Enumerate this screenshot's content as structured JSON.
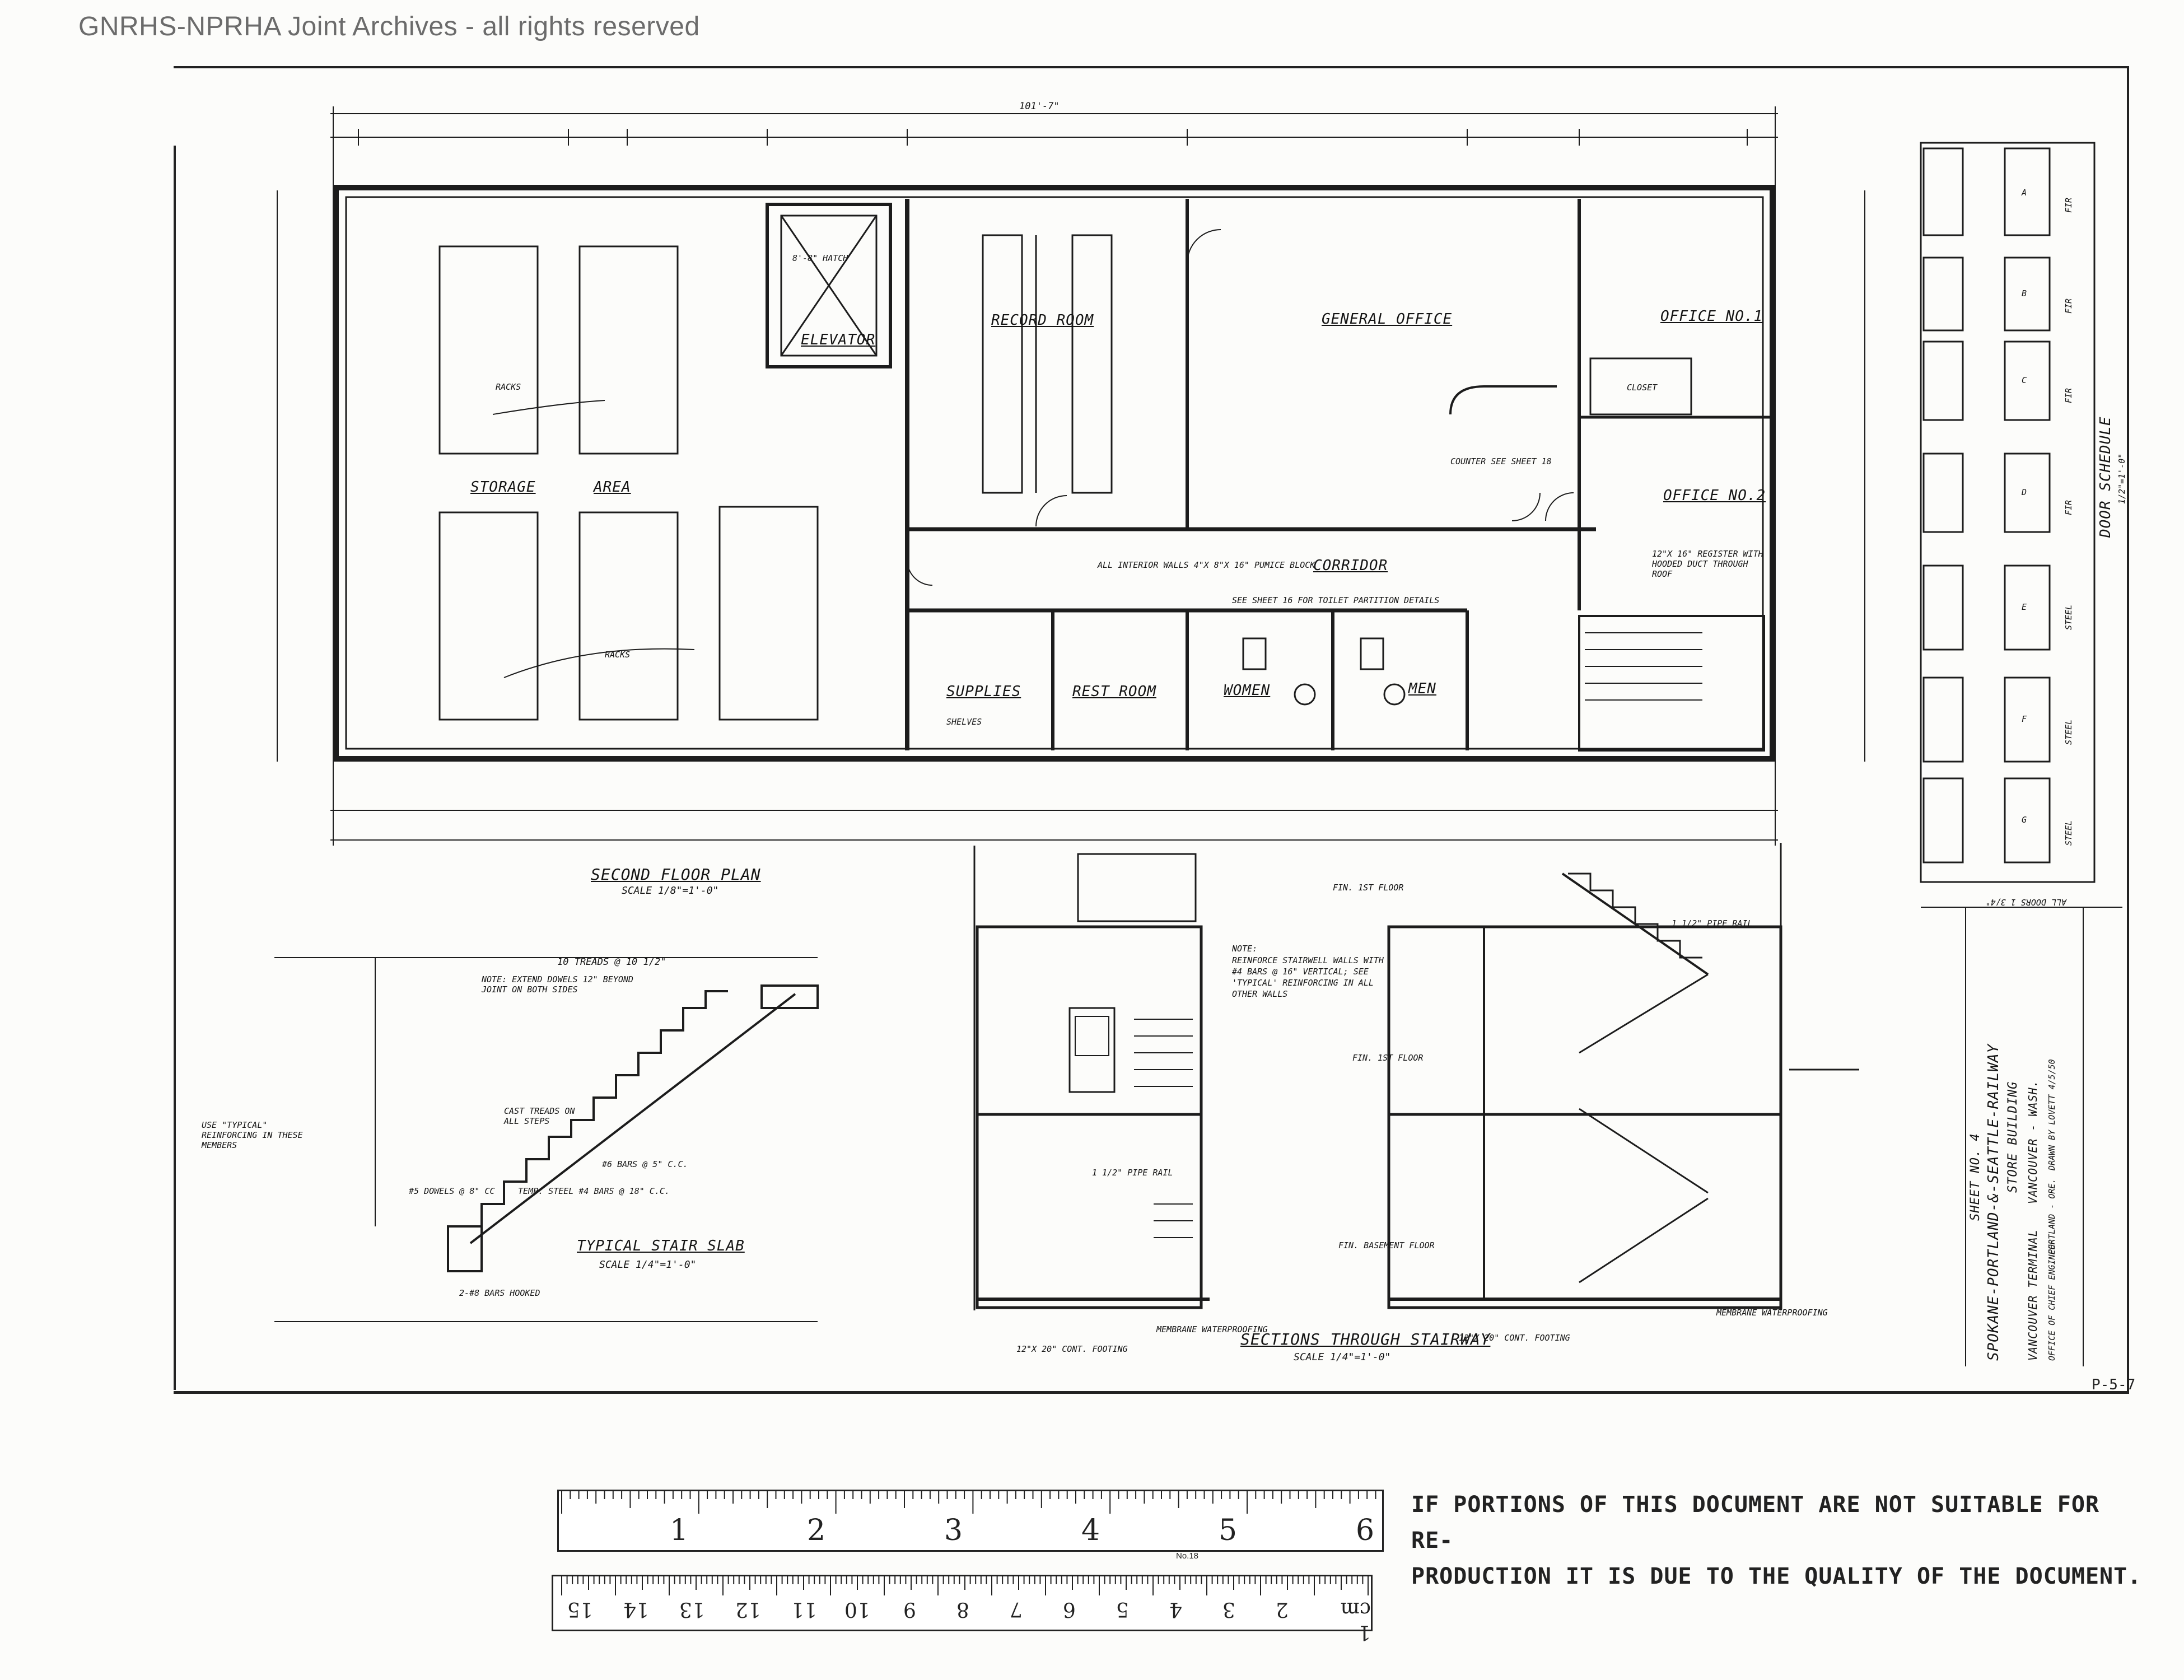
{
  "watermark": "GNRHS-NPRHA Joint Archives - all rights reserved",
  "plan": {
    "title": "SECOND FLOOR PLAN",
    "scale": "SCALE 1/8\"=1'-0\"",
    "overall_dim": "101'-7\"",
    "rooms": {
      "storage": "STORAGE",
      "storage_area": "AREA",
      "racks_1": "RACKS",
      "racks_2": "RACKS",
      "elevator": "ELEVATOR",
      "hatch": "8'-8\" HATCH",
      "record_room": "RECORD ROOM",
      "general_office": "GENERAL OFFICE",
      "office_1": "OFFICE NO.1",
      "office_2": "OFFICE NO.2",
      "corridor": "CORRIDOR",
      "supplies": "SUPPLIES",
      "rest_room": "REST ROOM",
      "women": "WOMEN",
      "men": "MEN",
      "closet": "CLOSET",
      "counter": "COUNTER",
      "shelves": "SHELVES"
    },
    "notes": {
      "interior_walls": "ALL INTERIOR WALLS 4\"X 8\"X 16\" PUMICE BLOCK",
      "toilet": "SEE SHEET 16 FOR TOILET PARTITION DETAILS",
      "register": "12\"X 16\" REGISTER WITH HOODED DUCT THROUGH ROOF",
      "counter_note": "COUNTER SEE SHEET 18"
    }
  },
  "door_schedule": {
    "title": "DOOR SCHEDULE",
    "scale": "1/2\"=1'-0\"",
    "note": "ALL DOORS 1 3/4\"",
    "letters": [
      "A",
      "B",
      "C",
      "D",
      "E",
      "F",
      "G"
    ],
    "materials": [
      "FIR",
      "FIR",
      "FIR",
      "FIR",
      "STEEL",
      "STEEL",
      "STEEL"
    ]
  },
  "stair_slab": {
    "title": "TYPICAL STAIR SLAB",
    "scale": "SCALE 1/4\"=1'-0\"",
    "treads": "10 TREADS @ 10 1/2\"",
    "note": "NOTE: EXTEND DOWELS 12\" BEYOND JOINT ON BOTH SIDES",
    "reinforcing": "USE \"TYPICAL\" REINFORCING IN THESE MEMBERS",
    "cast_treads": "CAST TREADS ON ALL STEPS",
    "bars_1": "#6 BARS @ 5\" C.C.",
    "bars_2": "TEMP. STEEL #4 BARS @ 18\" C.C.",
    "dowels": "#5 DOWELS @ 8\" CC",
    "hooked": "2-#8 BARS HOOKED"
  },
  "sections": {
    "title": "SECTIONS THROUGH STAIRWAY",
    "scale": "SCALE 1/4\"=1'-0\"",
    "pipe_rail": "1 1/2\" PIPE RAIL",
    "fin_1st": "FIN. 1ST FLOOR",
    "fin_basement": "FIN. BASEMENT FLOOR",
    "footing": "12\"X 20\" CONT. FOOTING",
    "membrane": "MEMBRANE WATERPROOFING",
    "note_head": "NOTE:",
    "note_body": "REINFORCE STAIRWELL WALLS WITH #4 BARS @ 16\" VERTICAL; SEE 'TYPICAL' REINFORCING IN ALL OTHER WALLS"
  },
  "title_block": {
    "sheet": "SHEET NO. 4",
    "railway": "SPOKANE-PORTLAND-&-SEATTLE-RAILWAY",
    "building": "STORE BUILDING",
    "terminal": "VANCOUVER TERMINAL",
    "location": "VANCOUVER - WASH.",
    "engineer": "OFFICE OF CHIEF ENGINEER",
    "city": "PORTLAND - ORE.",
    "drawn": "DRAWN BY LOVETT 4/5/50"
  },
  "sheet_number": "P-5-7",
  "notice": {
    "line1": "IF PORTIONS OF THIS DOCUMENT ARE NOT SUITABLE FOR RE-",
    "line2": "PRODUCTION IT IS DUE TO THE QUALITY OF THE DOCUMENT."
  },
  "ruler_inch": [
    "1",
    "2",
    "3",
    "4",
    "5",
    "6"
  ],
  "ruler_cm": [
    "1 cm",
    "2",
    "3",
    "4",
    "5",
    "6",
    "7",
    "8",
    "9",
    "10",
    "11",
    "12",
    "13",
    "14",
    "15"
  ],
  "ruler_brand": "No.18"
}
